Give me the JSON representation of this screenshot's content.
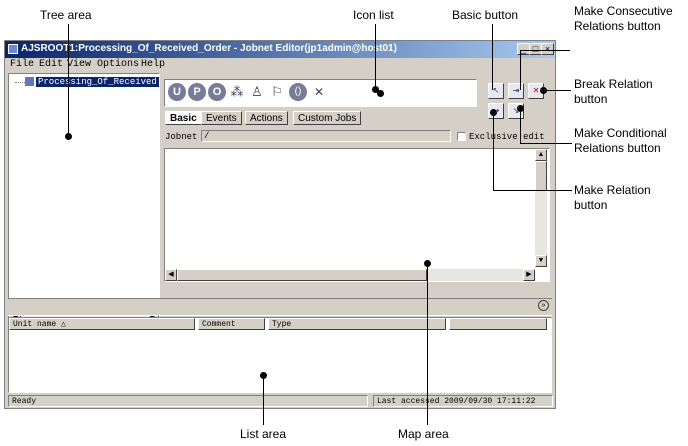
{
  "callouts": {
    "tree_area": "Tree area",
    "icon_list": "Icon list",
    "basic_button": "Basic button",
    "make_consecutive": "Make Consecutive Relations  button",
    "break_relation": "Break Relation button",
    "make_conditional": "Make Conditional Relations button",
    "make_relation": "Make Relation button",
    "list_area": "List area",
    "map_area": "Map area"
  },
  "window": {
    "title": "AJSROOT1:Processing_Of_Received_Order - Jobnet Editor(jp1admin@host01)",
    "menu": [
      "File",
      "Edit",
      "View",
      "Options",
      "Help"
    ]
  },
  "tree": {
    "item": "Processing_Of_Received"
  },
  "palette": {
    "icons": [
      "U",
      "P",
      "O"
    ],
    "tabs": [
      "Basic",
      "Events",
      "Actions",
      "Custom Jobs"
    ]
  },
  "jobnet": {
    "label": "Jobnet",
    "path": "/",
    "exclusive_edit": "Exclusive edit"
  },
  "list": {
    "columns": [
      "Unit name △",
      "Comment",
      "Type"
    ]
  },
  "status": {
    "left": "Ready",
    "right": "Last accessed 2009/09/30 17:11:22"
  },
  "colors": {
    "title_start": "#0a246a",
    "title_end": "#a6caf0",
    "window_bg": "#d4d0c8"
  }
}
